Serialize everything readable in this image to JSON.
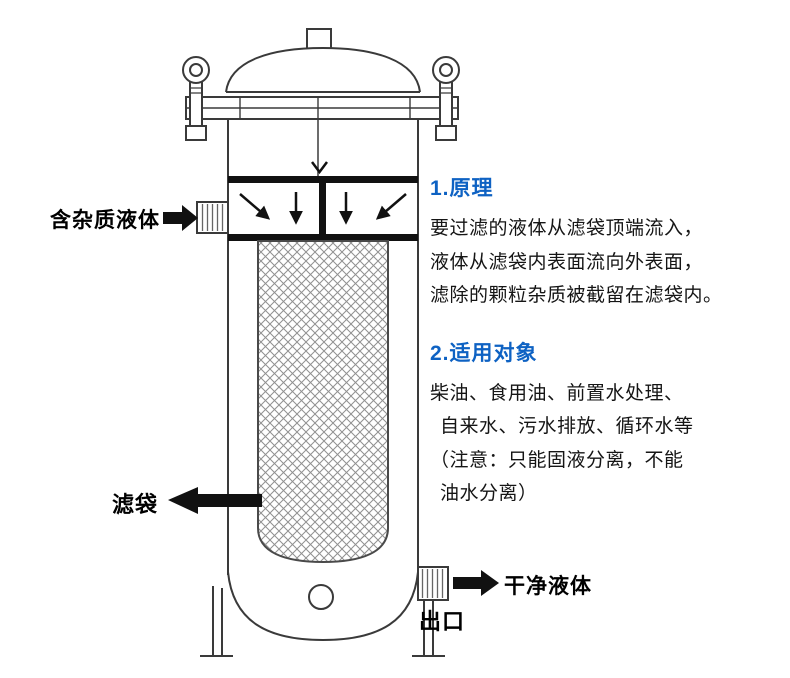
{
  "colors": {
    "heading_blue": "#0e62c3",
    "body_text": "#151515",
    "diagram_line": "#3a3a3a",
    "arrow_black": "#111111"
  },
  "diagram": {
    "labels": {
      "inlet": "含杂质液体",
      "filter_bag": "滤袋",
      "outlet_port": "出口",
      "clean_liquid": "干净液体"
    }
  },
  "sections": [
    {
      "heading": "1.原理",
      "lines": [
        "要过滤的液体从滤袋顶端流入，",
        "液体从滤袋内表面流向外表面，",
        "滤除的颗粒杂质被截留在滤袋内。"
      ]
    },
    {
      "heading": "2.适用对象",
      "lines": [
        "柴油、食用油、前置水处理、",
        "自来水、污水排放、循环水等",
        "（注意：只能固液分离，不能",
        "油水分离）"
      ]
    }
  ]
}
